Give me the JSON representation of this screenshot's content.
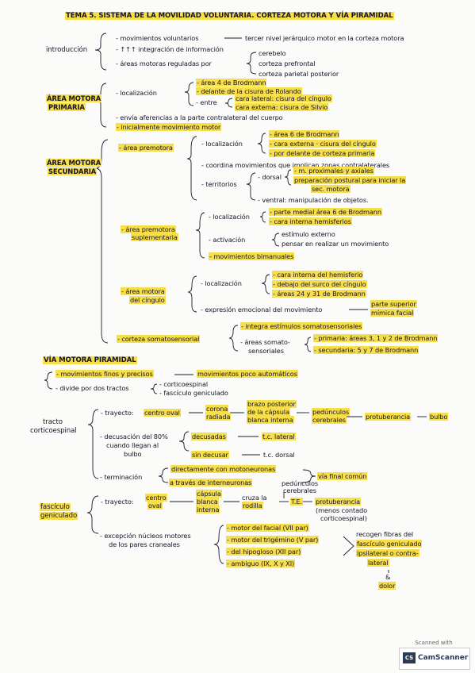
{
  "title": "TEMA 5. SISTEMA DE LA MOVILIDAD VOLUNTARIA. CORTEZA MOTORA Y VÍA PIRAMIDAL",
  "intro": {
    "label": "introducción",
    "l1": "- movimientos voluntarios",
    "l1b": "tercer nivel jerárquico motor en la corteza motora",
    "l2": "- ↑↑↑ integración de información",
    "l3": "- áreas motoras reguladas por",
    "r1": "cerebelo",
    "r2": "corteza prefrontal",
    "r3": "corteza parietal posterior"
  },
  "primary": {
    "label1": "ÁREA MOTORA",
    "label2": "PRIMARIA",
    "loc": "- localización",
    "a1": "- área 4 de Brodmann",
    "a2": "- delante de la cisura de Rolando",
    "a3": "- entre",
    "a3a": "cara lateral: cisura del cíngulo",
    "a3b": "cara externa: cisura de Silvio",
    "b1": "- envía aferencias a la parte contralateral del cuerpo",
    "b2": "- inicialmente movimiento motor"
  },
  "secondary": {
    "label1": "ÁREA MOTORA",
    "label2": "SECUNDARIA",
    "premotora": "- área premotora",
    "pm_loc": "- localización",
    "pm_l1": "- área 6 de Brodmann",
    "pm_l2": "- cara externa · cisura del cíngulo",
    "pm_l3": "- por delante de corteza primaria",
    "pm_coord": "- coordina movimientos que implican zonas contralaterales",
    "pm_ter": "- territorios",
    "pm_dorsal": "- dorsal",
    "pm_d1": "- m. proximales y axiales",
    "pm_d2a": "preparación postural para iniciar la",
    "pm_d2b": "sec. motora",
    "pm_ventral": "- ventral: manipulación de objetos.",
    "sup": "- área premotora",
    "sup2": "suplementaria",
    "sup_loc": "- localización",
    "sup_l1": "- parte medial área 6 de Brodmann",
    "sup_l2": "- cara interna hemisferios",
    "sup_act": "- activación",
    "sup_a1": "estímulo externo",
    "sup_a2": "pensar en realizar un movimiento",
    "sup_mov": "- movimientos bimanuales",
    "cing": "- área motora",
    "cing2": "del cíngulo",
    "cing_loc": "- localización",
    "cing_l1": "- cara interna del hemisferio",
    "cing_l2": "- debajo del surco del cíngulo",
    "cing_l3": "- áreas 24 y 31 de Brodmann",
    "cing_exp": "- expresión emocional del movimiento",
    "cing_exp_r1": "parte superior",
    "cing_exp_r2": "mímica facial",
    "som": "- corteza somatosensorial",
    "som_i": "- integra estímulos somatosensoriales",
    "som_a": "- áreas somato-",
    "som_a2": "sensoriales",
    "som_p": "- primaria: áreas 3, 1 y 2 de Brodmann",
    "som_s": "- secundaria: 5 y 7 de Brodmann"
  },
  "via": {
    "title": "VÍA MOTORA PIRAMIDAL",
    "v1a": "- movimientos finos y precisos",
    "v1b": "movimientos poco automáticos",
    "v2": "- divide por dos tractos",
    "v2a": "- corticoespinal",
    "v2b": "- fascículo geniculado"
  },
  "tracto": {
    "label1": "tracto",
    "label2": "corticoespinal",
    "tray": "- trayecto:",
    "n1": "centro oval",
    "n2a": "corona",
    "n2b": "radiada",
    "n3a": "brazo posterior",
    "n3b": "de la cápsula",
    "n3c": "blanca interna",
    "n4a": "pedúnculos",
    "n4b": "cerebrales",
    "n5": "protuberancia",
    "n6": "bulbo",
    "dec1": "- decusación del 80%",
    "dec2": "cuando llegan al",
    "dec3": "bulbo",
    "dec_a": "decusadas",
    "dec_a2": "t.c. lateral",
    "dec_b": "sin decusar",
    "dec_b2": "t.c. dorsal",
    "term": "- terminación",
    "term_a": "directamente con motoneuronas",
    "term_b": "a través de interneuronas",
    "term_r": "vía final común"
  },
  "fasc": {
    "label1": "fascículo",
    "label2": "geniculado",
    "tray": "- trayecto:",
    "n1a": "centro",
    "n1b": "oval",
    "n2a": "cápsula",
    "n2b": "blanca",
    "n2c": "interna",
    "n3a": "rodilla",
    "n3b": "cruza la",
    "n4a": "pedúnculos",
    "n4b": "cerebrales",
    "n5": "T.E.",
    "n6a": "protuberancia",
    "n6b": "(menos contado",
    "n6c": "corticoespinal)",
    "exc1": "- excepción núcleos motores",
    "exc2": "de los pares craneales",
    "e1": "- motor del facial (VII par)",
    "e2": "- motor del trigémino (V par)",
    "e3": "- del hipogloso (XII par)",
    "e4": "- ambiguo (IX, X y XI)",
    "r1": "recogen fibras del",
    "r2": "fascículo geniculado",
    "r3": "ipsilateral o contra-",
    "r4": "lateral",
    "r5": "&",
    "r6": "dolor"
  },
  "scanner": {
    "caption": "Scanned with",
    "logo": "CS",
    "name": "CamScanner"
  }
}
